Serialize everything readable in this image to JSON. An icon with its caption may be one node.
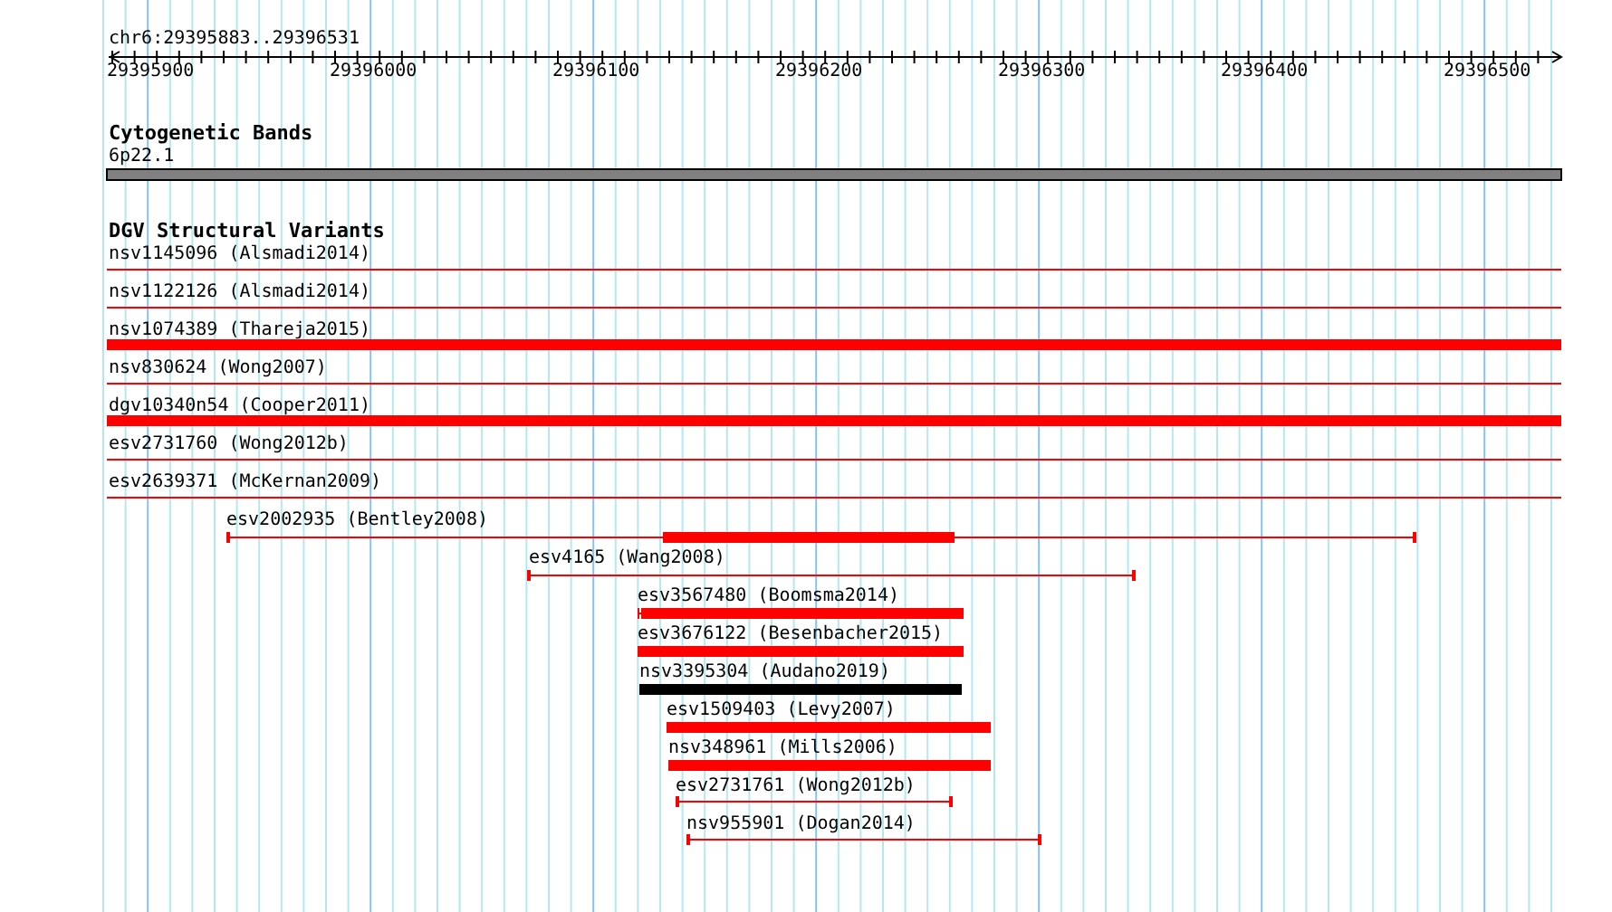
{
  "diagram": {
    "title": "chr6:29395883..29396531",
    "labels": [
      "29395900",
      "29396000",
      "29396100",
      "29396200",
      "29396300",
      "29396400",
      "29396500",
      "Cytogenetic Bands",
      "6p22.1",
      "DGV Structural Variants",
      "nsv1145096 (Alsmadi2014)",
      "nsv1122126 (Alsmadi2014)",
      "nsv1074389 (Thareja2015)",
      "nsv830624 (Wong2007)",
      "dgv10340n54 (Cooper2011)",
      "esv2731760 (Wong2012b)",
      "esv2639371 (McKernan2009)",
      "esv2002935 (Bentley2008)",
      "esv4165 (Wang2008)",
      "esv3567480 (Boomsma2014)",
      "esv3676122 (Besenbacher2015)",
      "nsv3395304 (Audano2019)",
      "esv1509403 (Levy2007)",
      "nsv348961 (Mills2006)",
      "esv2731761 (Wong2012b)",
      "nsv955901 (Dogan2014)"
    ]
  }
}
